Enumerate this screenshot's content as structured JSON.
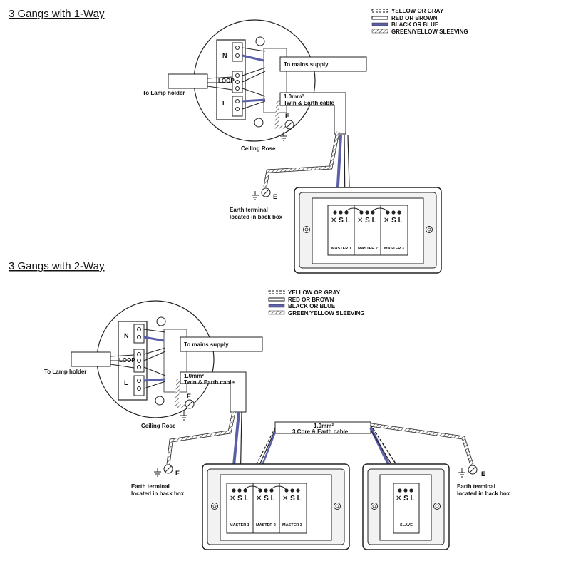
{
  "legend_items": [
    {
      "label": "YELLOW OR GRAY",
      "style": "dashed"
    },
    {
      "label": "RED OR BROWN",
      "style": "white"
    },
    {
      "label": "BLACK OR BLUE",
      "style": "blue"
    },
    {
      "label": "GREEN/YELLOW SLEEVING",
      "style": "hatched"
    }
  ],
  "colors": {
    "blue_wire": "#5b5fa8",
    "line": "#222222",
    "hatch": "#9a9a9a",
    "box_fill": "#f2f2f2"
  },
  "diagram1": {
    "title": "3 Gangs with 1-Way",
    "ceiling_rose": "Ceiling Rose",
    "lamp": "To Lamp holder",
    "mains": "To mains supply",
    "cable_size": "1.0mm²",
    "cable_type": "Twin & Earth cable",
    "terminals": {
      "n": "N",
      "loop": "LOOP",
      "l": "L"
    },
    "earth_symbol": "E",
    "earth_terminal": "Earth terminal",
    "earth_location": "located in back box",
    "switches": [
      "MASTER 1",
      "MASTER 2",
      "MASTER 3"
    ],
    "switch_terms": "✕ S L"
  },
  "diagram2": {
    "title": "3 Gangs with 2-Way",
    "ceiling_rose": "Ceiling Rose",
    "lamp": "To Lamp holder",
    "mains": "To mains supply",
    "cable_size": "1.0mm²",
    "cable_type": "Twin & Earth cable",
    "core_cable_size": "1.0mm²",
    "core_cable_type": "3 Core & Earth cable",
    "terminals": {
      "n": "N",
      "loop": "LOOP",
      "l": "L"
    },
    "earth_symbol": "E",
    "earth_terminal": "Earth terminal",
    "earth_location": "located in back box",
    "switches": [
      "MASTER 1",
      "MASTER 2",
      "MASTER 3"
    ],
    "slave": "SLAVE",
    "switch_terms": "✕ S L"
  }
}
